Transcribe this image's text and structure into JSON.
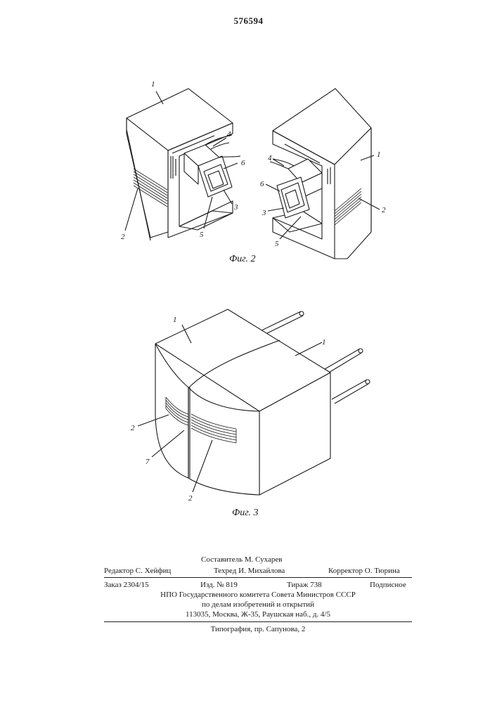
{
  "patent_number": "576594",
  "figures": {
    "fig2": {
      "caption": "Фиг. 2",
      "left_labels": {
        "l1": "1",
        "l4": "4",
        "l6": "6",
        "l3": "3",
        "l5": "5",
        "l2": "2"
      },
      "right_labels": {
        "l1": "1",
        "l4": "4",
        "l6": "6",
        "l3": "3",
        "l5": "5",
        "l2": "2"
      }
    },
    "fig3": {
      "caption": "Фиг. 3",
      "labels": {
        "l_top": "1",
        "l1": "1",
        "l2a": "2",
        "l7": "7",
        "l2b": "2"
      }
    }
  },
  "colophon": {
    "compiler": "Составитель М. Сухарев",
    "editor": "Редактор С. Хейфиц",
    "techred": "Техред И. Михайлова",
    "corrector": "Корректор О. Тюрина",
    "order": "Заказ 2304/15",
    "issue": "Изд. № 819",
    "circulation": "Тираж 738",
    "subscription": "Подписное",
    "org_line1": "НПО Государственного комитета Совета Министров СССР",
    "org_line2": "по делам изобретений и открытий",
    "org_line3": "113035, Москва, Ж-35, Раушская наб., д. 4/5",
    "printer": "Типография, пр. Сапунова, 2"
  }
}
